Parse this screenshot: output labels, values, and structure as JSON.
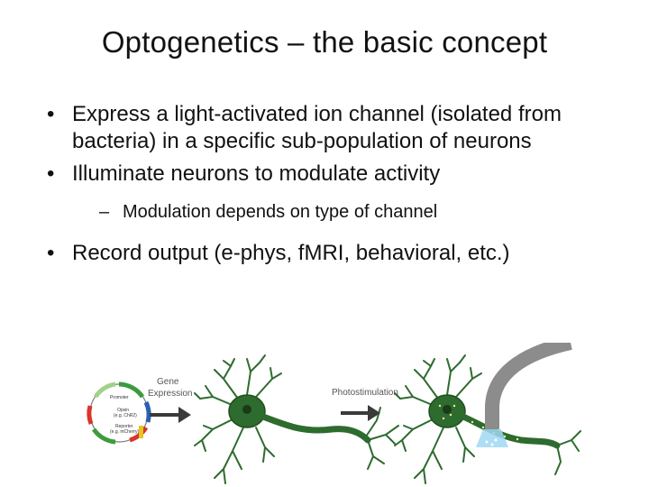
{
  "slide": {
    "title": "Optogenetics – the basic concept",
    "bullets": [
      {
        "text": "Express a light-activated ion channel (isolated from bacteria) in a specific sub-population of neurons"
      },
      {
        "text": "Illuminate neurons to modulate activity"
      }
    ],
    "sub_bullet": "Modulation depends on type of channel",
    "bullet3": "Record output (e-phys, fMRI, behavioral, etc.)",
    "bullet_marker": "•",
    "dash_marker": "–"
  },
  "diagram": {
    "plasmid_labels": {
      "promoter": "Promoter",
      "opsin": "Opsin",
      "opsin_sub": "(e.g. ChR2)",
      "reporter": "Reporter",
      "reporter_sub": "(e.g. mCherry)"
    },
    "step1_line1": "Gene",
    "step1_line2": "Expression",
    "step2": "Photostimulation",
    "colors": {
      "neuron": "#2e6b2e",
      "neuron_dark": "#1f4f1f",
      "arrow": "#3a3a3a",
      "fiber": "#8c8c8c",
      "light": "#9fd8f5",
      "promoter": "#3d9b3d",
      "opsin": "#2b5fb3",
      "reporter": "#d8352b",
      "yellow": "#e6c41e"
    }
  }
}
